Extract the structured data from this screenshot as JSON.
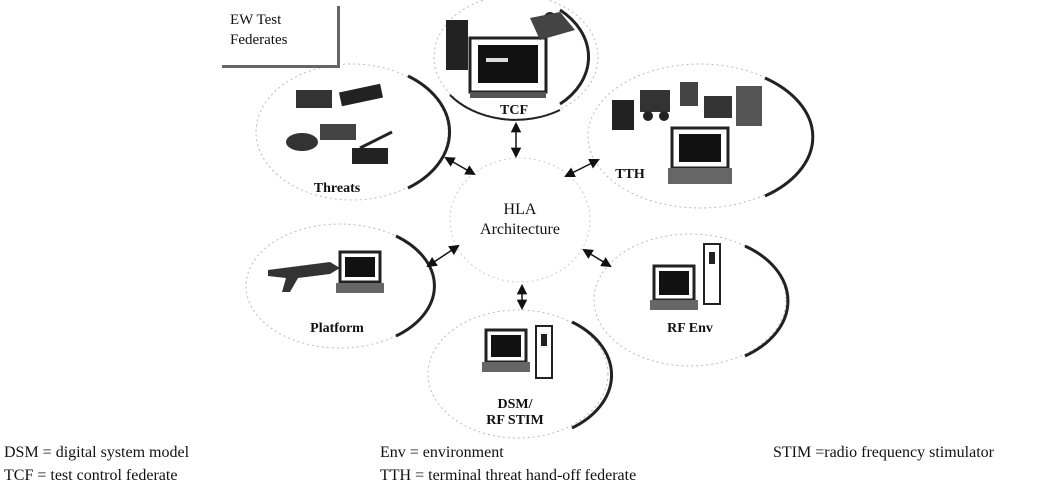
{
  "title_box": {
    "line1": "EW Test",
    "line2": "Federates"
  },
  "hub": {
    "line1": "HLA",
    "line2": "Architecture"
  },
  "federates": [
    {
      "id": "tcf",
      "label": "TCF"
    },
    {
      "id": "tth",
      "label": "TTH"
    },
    {
      "id": "threats",
      "label": "Threats"
    },
    {
      "id": "platform",
      "label": "Platform"
    },
    {
      "id": "rf_env",
      "label": "RF Env"
    },
    {
      "id": "dsm",
      "label_line1": "DSM/",
      "label_line2": "RF STIM"
    }
  ],
  "legend": [
    {
      "text": "DSM = digital system model"
    },
    {
      "text": "TCF = test control federate"
    },
    {
      "text": "Env = environment"
    },
    {
      "text": "TTH = terminal threat hand-off federate"
    },
    {
      "text": "STIM =radio frequency stimulator"
    }
  ]
}
